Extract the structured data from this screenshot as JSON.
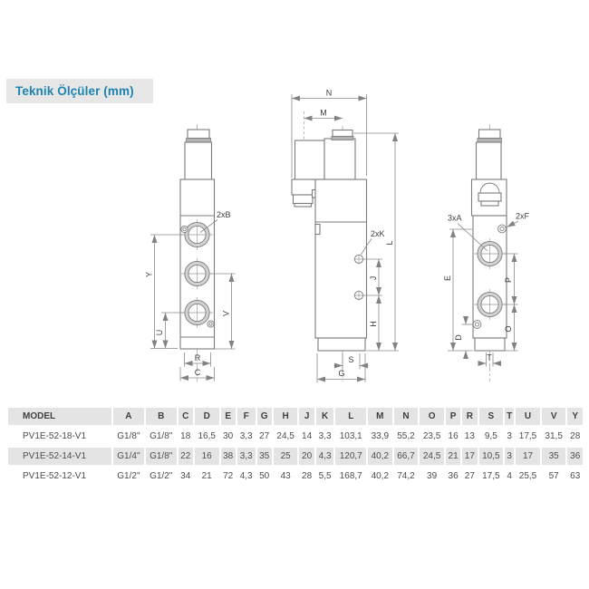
{
  "header": {
    "title": "Teknik Ölçüler (mm)"
  },
  "colors": {
    "accent_blue": "#1d84b0",
    "badge_bg": "#e7e7e7",
    "table_header_bg": "#e4e4e4",
    "row_alt_bg": "#e4e4e4",
    "line_gray": "#7c7c7c",
    "text_dark": "#3d3d3d"
  },
  "drawings": {
    "front": {
      "labels": {
        "b2x": "2xB",
        "y": "Y",
        "u": "U",
        "v": "V",
        "r": "R",
        "c": "C"
      }
    },
    "side": {
      "labels": {
        "n": "N",
        "m": "M",
        "l": "L",
        "k2x": "2xK",
        "j": "J",
        "h": "H",
        "s": "S",
        "g": "G"
      }
    },
    "back": {
      "labels": {
        "a3x": "3xA",
        "f2x": "2xF",
        "e": "E",
        "d": "D",
        "p": "P",
        "o": "O",
        "t": "T"
      }
    }
  },
  "table": {
    "columns": [
      "MODEL",
      "A",
      "B",
      "C",
      "D",
      "E",
      "F",
      "G",
      "H",
      "J",
      "K",
      "L",
      "M",
      "N",
      "O",
      "P",
      "R",
      "S",
      "T",
      "U",
      "V",
      "Y"
    ],
    "rows": [
      [
        "PV1E-52-18-V1",
        "G1/8\"",
        "G1/8\"",
        "18",
        "16,5",
        "30",
        "3,3",
        "27",
        "24,5",
        "14",
        "3,3",
        "103,1",
        "33,9",
        "55,2",
        "23,5",
        "16",
        "13",
        "9,5",
        "3",
        "17,5",
        "31,5",
        "28"
      ],
      [
        "PV1E-52-14-V1",
        "G1/4\"",
        "G1/8\"",
        "22",
        "16",
        "38",
        "3,3",
        "35",
        "25",
        "20",
        "4,3",
        "120,7",
        "40,2",
        "66,7",
        "24,5",
        "21",
        "17",
        "10,5",
        "3",
        "17",
        "35",
        "36"
      ],
      [
        "PV1E-52-12-V1",
        "G1/2\"",
        "G1/2\"",
        "34",
        "21",
        "72",
        "4,3",
        "50",
        "43",
        "28",
        "5,5",
        "168,7",
        "40,2",
        "74,2",
        "39",
        "36",
        "27",
        "17,5",
        "4",
        "25,5",
        "57",
        "63"
      ]
    ]
  }
}
